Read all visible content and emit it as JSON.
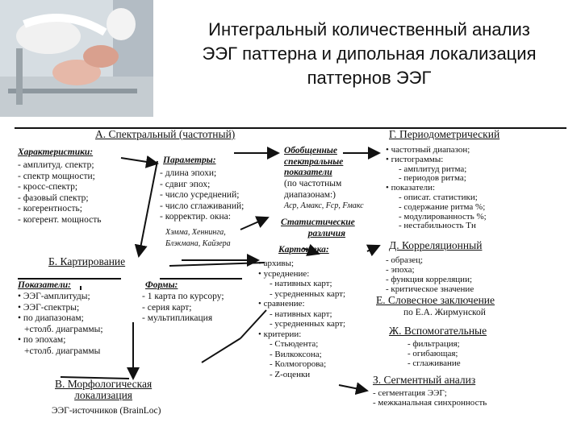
{
  "title": {
    "line1": "Интегральный количественный анализ",
    "line2": "ЭЭГ паттерна и дипольная локализация",
    "line3": "паттернов ЭЭГ"
  },
  "photo": {
    "icon": "medical-photo-icon"
  },
  "a": {
    "heading": "А. Спектральный (частотный)",
    "char_label": "Характеристики:",
    "char_items": [
      "- амплитуд. спектр;",
      "- спектр мощности;",
      "- кросс-спектр;",
      "- фазовый спектр;",
      "- когерентность;",
      "- когерент. мощность"
    ],
    "param_label": "Параметры:",
    "param_items": [
      "- длина эпохи;",
      "- сдвиг эпох;",
      "- число усреднений;",
      "- число сглаживаний;",
      "- корректир. окна:"
    ],
    "windows": [
      "Хэмма, Хеннинга,",
      "Блэкмана, Кайзера"
    ],
    "gen_label": [
      "Обобщенные",
      "спектральные",
      "показатели"
    ],
    "gen_items": [
      "(по частотным",
      "диапазонам:)",
      "Aср, Aмакс, Fср, Fмакс"
    ],
    "stat_label": [
      "Статистические",
      "различия"
    ]
  },
  "g": {
    "heading": "Г. Периодометрический",
    "items": [
      "• частотный диапазон;",
      "• гистограммы:",
      "- амплитуд ритма;",
      "- периодов ритма;",
      "• показатели:",
      "- описат. статистики;",
      "- содержание ритма %;",
      "- модулированность %;",
      "- нестабильность Tн"
    ]
  },
  "b": {
    "heading": "Б. Картирование",
    "ind_label": "Показатели:",
    "ind_items": [
      "• ЭЭГ-амплитуды;",
      "• ЭЭГ-спектры;",
      "• по диапазонам;",
      "+столб. диаграммы;",
      "• по эпохам;",
      "+столб. диаграммы"
    ],
    "form_label": "Формы:",
    "form_items": [
      "- 1 карта по курсору;",
      "- серия карт;",
      "- мультипликация"
    ]
  },
  "maps": {
    "label": "Картотека:",
    "items": [
      "• архивы;",
      "• усреднение:",
      "- нативных карт;",
      "- усредненных карт;",
      "• сравнение:",
      "- нативных карт;",
      "- усредненных карт;",
      "• критерии:",
      "- Стьюдента;",
      "- Вилкоксона;",
      "- Колмогорова;",
      "- Z-оценки"
    ]
  },
  "d": {
    "heading": "Д. Корреляционный",
    "items": [
      "- образец;",
      "- эпоха;",
      "- функция корреляции;",
      "- критическое значение"
    ]
  },
  "e": {
    "heading": "Е. Словесное заключение",
    "sub": "по Е.А. Жирмунской"
  },
  "zh": {
    "heading": "Ж. Вспомогательные",
    "items": [
      "- фильтрация;",
      "- огибающая;",
      "- сглаживание"
    ]
  },
  "v": {
    "heading": [
      "В. Морфологическая",
      "локализация"
    ],
    "sub": "ЭЭГ-источников (BrainLoc)"
  },
  "z": {
    "heading": "З. Сегментный анализ",
    "items": [
      "- сегментация ЭЭГ;",
      "- межканальная синхронность"
    ]
  }
}
